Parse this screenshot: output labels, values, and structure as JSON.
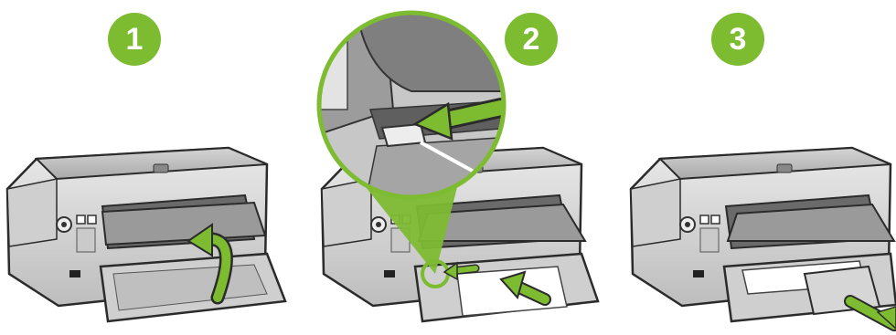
{
  "steps": [
    {
      "number": "1",
      "icon": "lift-output-tray-arrow-icon"
    },
    {
      "number": "2",
      "icon": "insert-paper-arrow-icon"
    },
    {
      "number": "3",
      "icon": "pull-extender-arrow-icon"
    }
  ],
  "colors": {
    "step_badge": "#7dbb31",
    "arrow": "#7dbb31",
    "printer_body": "#d9d9d9",
    "printer_outline": "#2b2b2b",
    "paper": "#ffffff"
  }
}
